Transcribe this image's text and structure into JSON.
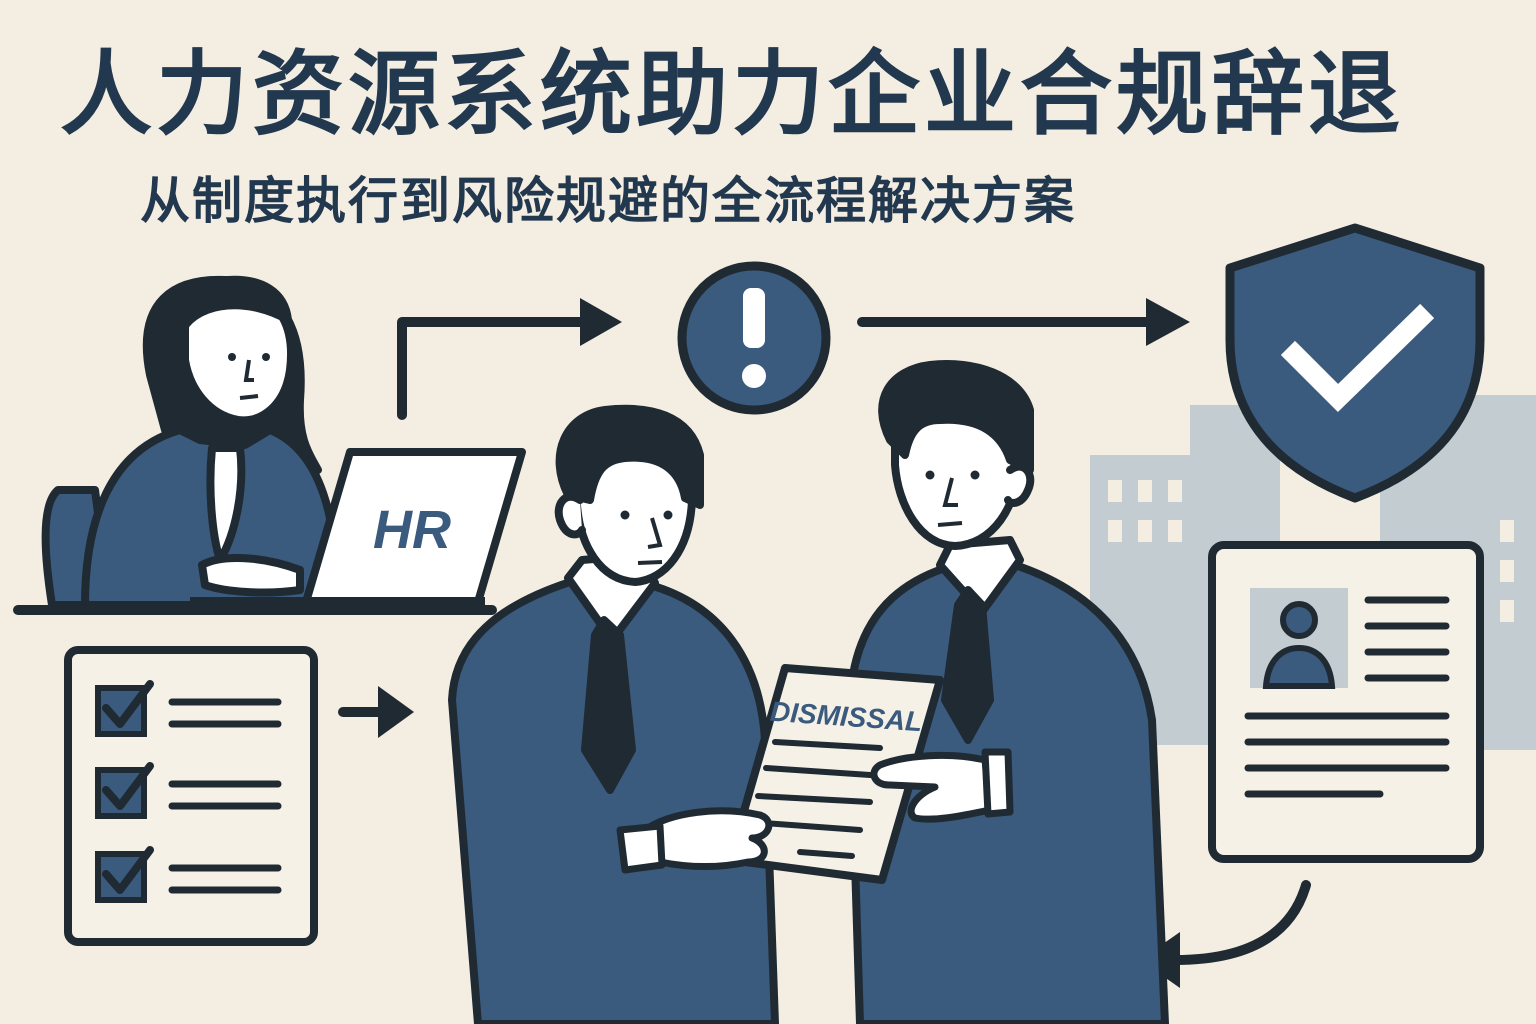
{
  "header": {
    "title": "人力资源系统助力企业合规辞退",
    "subtitle": "从制度执行到风险规避的全流程解决方案"
  },
  "laptop": {
    "label": "HR"
  },
  "document": {
    "label": "DISMISSAL"
  },
  "icons": {
    "alert": "exclamation-icon",
    "shield": "shield-check-icon",
    "checklist": "checklist-icon",
    "profile": "profile-card-icon"
  },
  "colors": {
    "background": "#f3ede2",
    "navy": "#3a5a7e",
    "ink": "#1f2a33",
    "title": "#22384f",
    "building": "#c3ccd0"
  }
}
